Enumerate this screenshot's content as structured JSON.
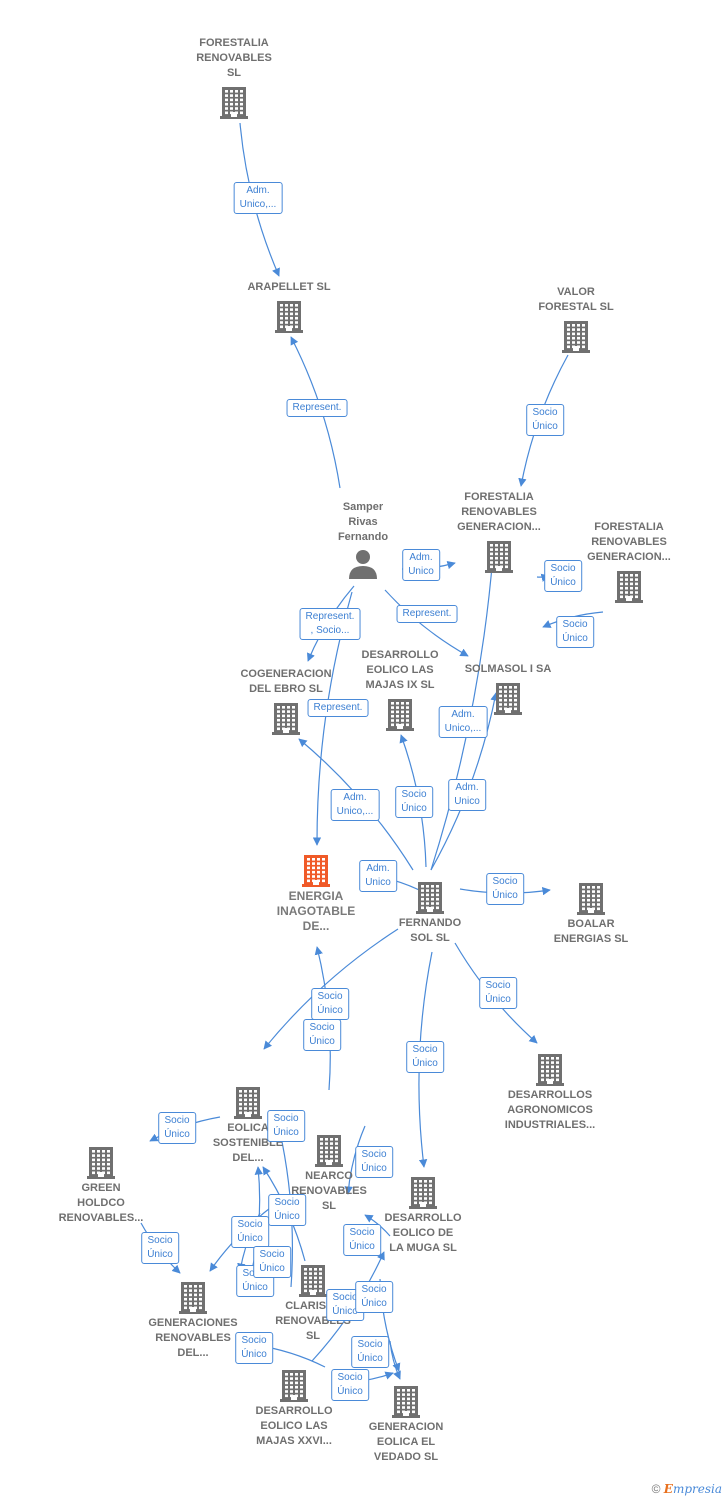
{
  "colors": {
    "building": "#707070",
    "highlight": "#f05a28",
    "edge": "#4a8ad8",
    "edge_label": "#3c7fd2",
    "node_label": "#6f6f6f"
  },
  "nodes": [
    {
      "id": "forestalia_renov",
      "lines": [
        "FORESTALIA",
        "RENOVABLES",
        "SL"
      ],
      "icon": "building-icon"
    },
    {
      "id": "arapellet",
      "lines": [
        "ARAPELLET  SL"
      ],
      "icon": "building-icon"
    },
    {
      "id": "valor_forestal",
      "lines": [
        "VALOR",
        "FORESTAL SL"
      ],
      "icon": "building-icon"
    },
    {
      "id": "samper",
      "lines": [
        "Samper",
        "Rivas",
        "Fernando"
      ],
      "icon": "person-icon"
    },
    {
      "id": "forestalia_gen1",
      "lines": [
        "FORESTALIA",
        "RENOVABLES",
        "GENERACION..."
      ],
      "icon": "building-icon"
    },
    {
      "id": "forestalia_gen2",
      "lines": [
        "FORESTALIA",
        "RENOVABLES",
        "GENERACION..."
      ],
      "icon": "building-icon"
    },
    {
      "id": "cogeneracion",
      "lines": [
        "COGENERACION",
        "DEL EBRO  SL"
      ],
      "icon": "building-icon"
    },
    {
      "id": "eolico_majas_ix",
      "lines": [
        "DESARROLLO",
        "EOLICO LAS",
        "MAJAS IX  SL"
      ],
      "icon": "building-icon"
    },
    {
      "id": "solmasol",
      "lines": [
        "SOLMASOL I SA"
      ],
      "icon": "building-icon"
    },
    {
      "id": "energia",
      "lines": [
        "ENERGIA",
        "INAGOTABLE",
        "DE..."
      ],
      "icon": "building-icon"
    },
    {
      "id": "fernando_sol",
      "lines": [
        "FERNANDO",
        "SOL SL"
      ],
      "icon": "building-icon"
    },
    {
      "id": "boalar",
      "lines": [
        "BOALAR",
        "ENERGIAS  SL"
      ],
      "icon": "building-icon"
    },
    {
      "id": "agronomicos",
      "lines": [
        "DESARROLLOS",
        "AGRONOMICOS",
        "INDUSTRIALES..."
      ],
      "icon": "building-icon"
    },
    {
      "id": "eolica_sostenible",
      "lines": [
        "EOLICA",
        "SOSTENIBLE",
        "DEL..."
      ],
      "icon": "building-icon"
    },
    {
      "id": "green_holdco",
      "lines": [
        "GREEN",
        "HOLDCO",
        "RENOVABLES..."
      ],
      "icon": "building-icon"
    },
    {
      "id": "nearco",
      "lines": [
        "NEARCO",
        "RENOVABLES",
        "SL"
      ],
      "icon": "building-icon"
    },
    {
      "id": "muga",
      "lines": [
        "DESARROLLO",
        "EOLICO DE",
        "LA MUGA SL"
      ],
      "icon": "building-icon"
    },
    {
      "id": "generaciones",
      "lines": [
        "GENERACIONES",
        "RENOVABLES",
        "DEL..."
      ],
      "icon": "building-icon"
    },
    {
      "id": "clarisse",
      "lines": [
        "CLARISSE",
        "RENOVABLES",
        "SL"
      ],
      "icon": "building-icon"
    },
    {
      "id": "majas_xxvi",
      "lines": [
        "DESARROLLO",
        "EOLICO LAS",
        "MAJAS XXVI..."
      ],
      "icon": "building-icon"
    },
    {
      "id": "vedado",
      "lines": [
        "GENERACION",
        "EOLICA EL",
        "VEDADO SL"
      ],
      "icon": "building-icon"
    }
  ],
  "edges": [
    {
      "label": "Adm.\nUnico,..."
    },
    {
      "label": "Represent."
    },
    {
      "label": "Socio\nÚnico"
    },
    {
      "label": "Adm.\nUnico"
    },
    {
      "label": "Socio\nÚnico"
    },
    {
      "label": "Socio\nÚnico"
    },
    {
      "label": "Represent.\n, Socio..."
    },
    {
      "label": "Represent."
    },
    {
      "label": "Represent."
    },
    {
      "label": "Adm.\nUnico,..."
    },
    {
      "label": "Adm.\nUnico"
    },
    {
      "label": "Adm.\nUnico,..."
    },
    {
      "label": "Socio\nÚnico"
    },
    {
      "label": "Adm.\nUnico"
    },
    {
      "label": "Socio\nÚnico"
    },
    {
      "label": "Socio\nÚnico"
    },
    {
      "label": "Socio\nÚnico"
    },
    {
      "label": "Socio\nÚnico"
    },
    {
      "label": "Socio\nÚnico"
    },
    {
      "label": "Socio\nÚnico"
    },
    {
      "label": "Socio\nÚnico"
    },
    {
      "label": "Socio\nÚnico"
    },
    {
      "label": "Socio\nÚnico"
    },
    {
      "label": "Socio\nÚnico"
    },
    {
      "label": "Socio\nÚnico"
    },
    {
      "label": "Socio\nÚnico"
    },
    {
      "label": "Socio\nÚnico"
    },
    {
      "label": "Socio\nÚnico"
    },
    {
      "label": "Socio\nÚnico"
    },
    {
      "label": "Socio\nÚnico"
    },
    {
      "label": "Socio\nÚnico"
    },
    {
      "label": "Socio\nÚnico"
    },
    {
      "label": "Socio\nÚnico"
    }
  ],
  "brand": {
    "copyright": "©",
    "e": "E",
    "rest": "mpresia"
  }
}
